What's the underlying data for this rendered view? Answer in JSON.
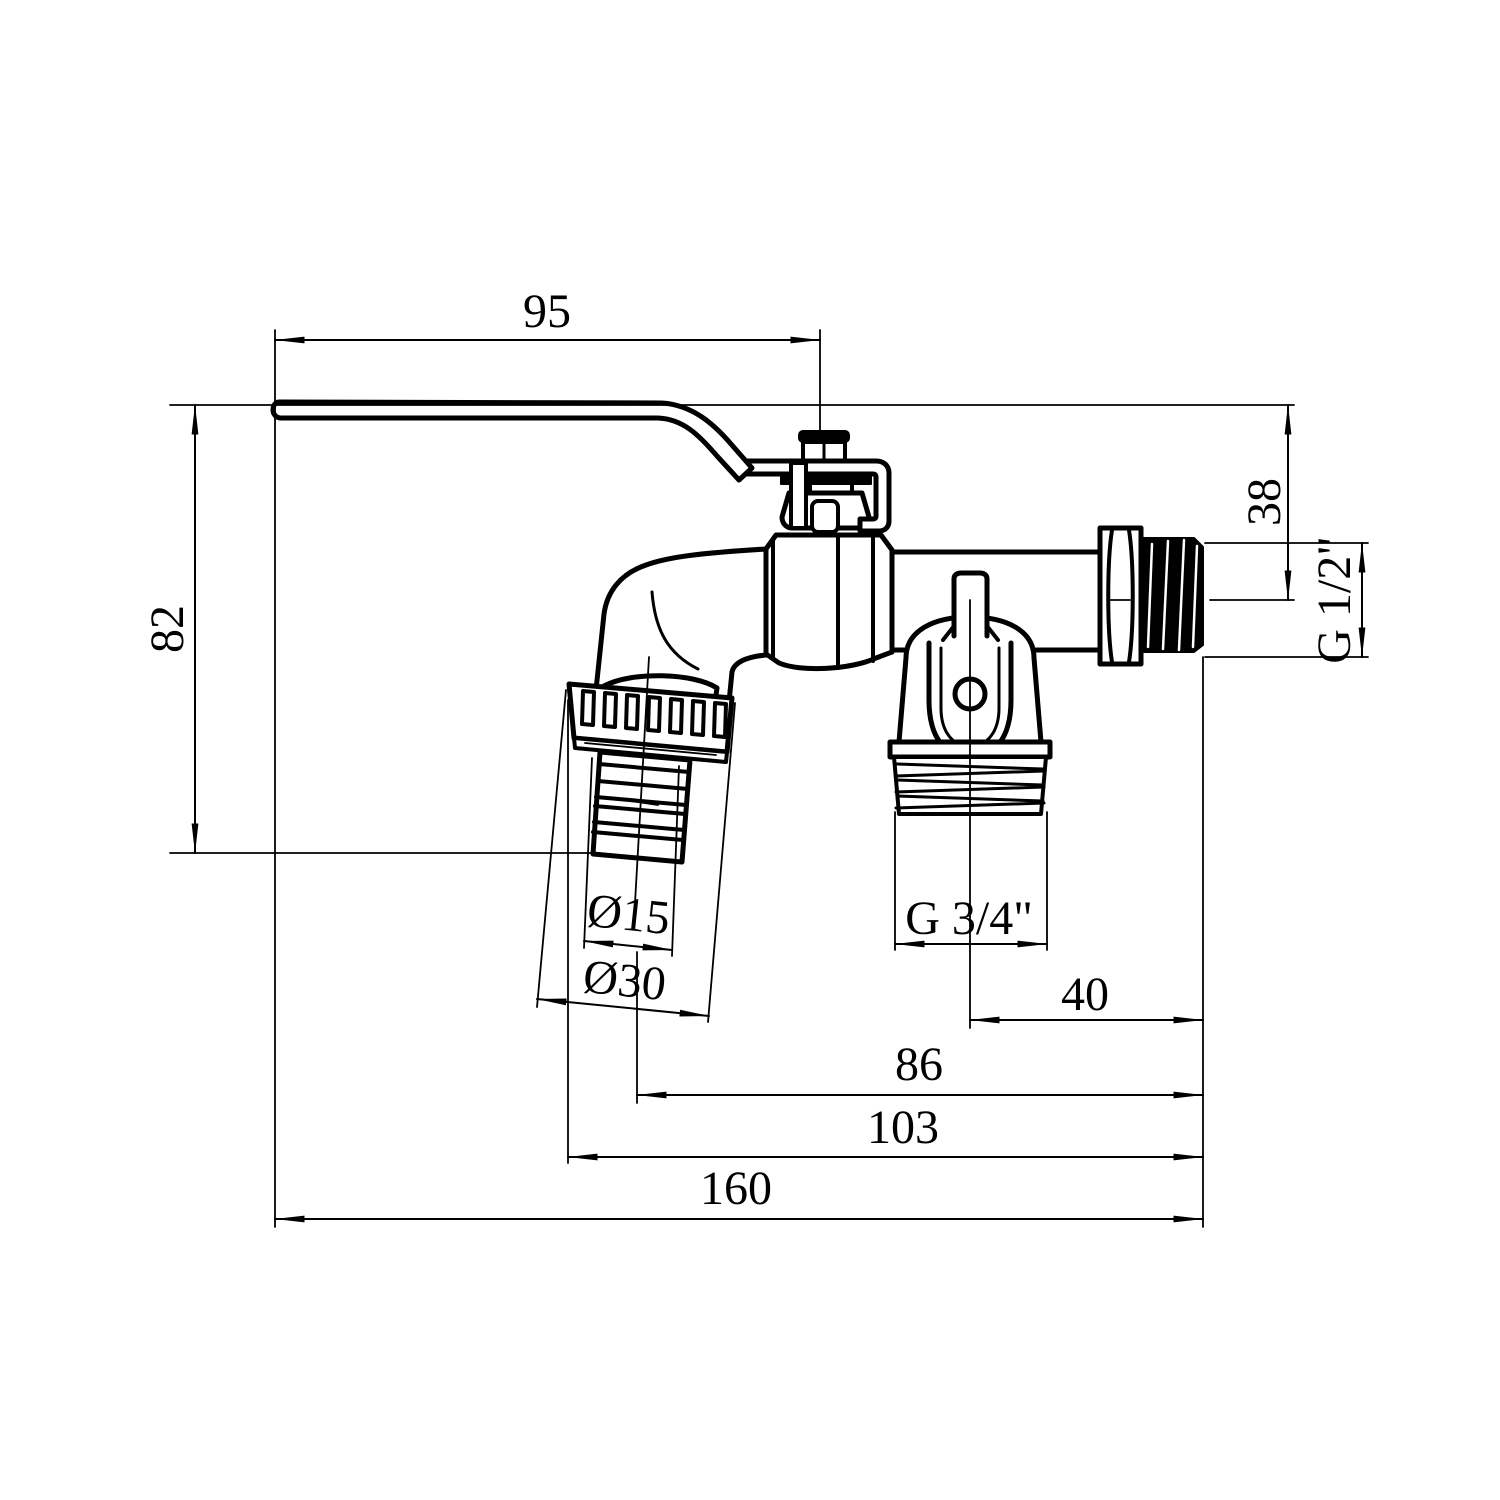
{
  "drawing": {
    "type": "technical-dimension-drawing",
    "subject": "double outlet garden ball valve tap, side view",
    "background": "#ffffff",
    "line_color": "#000000",
    "dims": {
      "lever_length": "95",
      "overall_height": "82",
      "inlet_top_offset": "38",
      "inlet_thread": "G 1/2\"",
      "hose_bore": "Ø15",
      "hose_nut_od": "Ø30",
      "branch_thread": "G 3/4\"",
      "branch_to_inlet": "40",
      "hose_center_to_inlet": "86",
      "hose_edge_to_inlet": "103",
      "overall_length": "160"
    }
  }
}
